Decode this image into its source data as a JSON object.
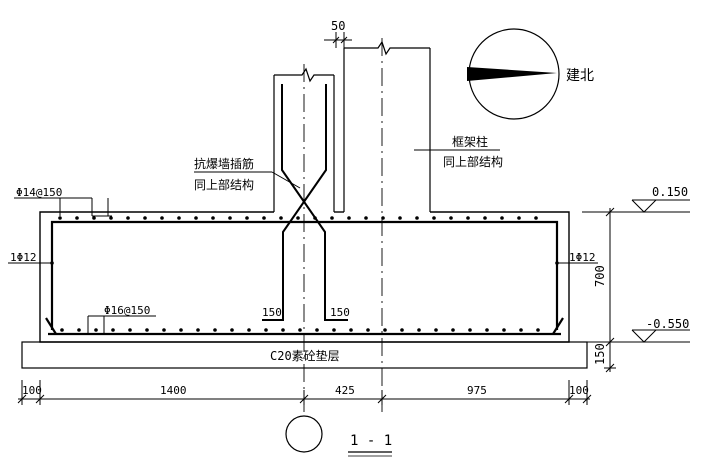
{
  "labels": {
    "dim_top_offset": "50",
    "north_label": "建北",
    "column_note_line1": "框架柱",
    "column_note_line2": "同上部结构",
    "wall_note_line1": "抗爆墙插筋",
    "wall_note_line2": "同上部结构",
    "top_rebar": "Φ14@150",
    "side_rebar_left": "1Φ12",
    "side_rebar_right": "1Φ12",
    "bottom_rebar": "Φ16@150",
    "anchor_left": "150",
    "anchor_right": "150",
    "pad_label": "C20素砼垫层",
    "elev_top": "0.150",
    "elev_bottom": "-0.550",
    "depth_700": "700",
    "depth_150": "150",
    "section_title": "1 - 1"
  },
  "dimensions": [
    "100",
    "1400",
    "425",
    "975",
    "100"
  ],
  "colors": {
    "line": "#000000",
    "background": "#ffffff"
  }
}
